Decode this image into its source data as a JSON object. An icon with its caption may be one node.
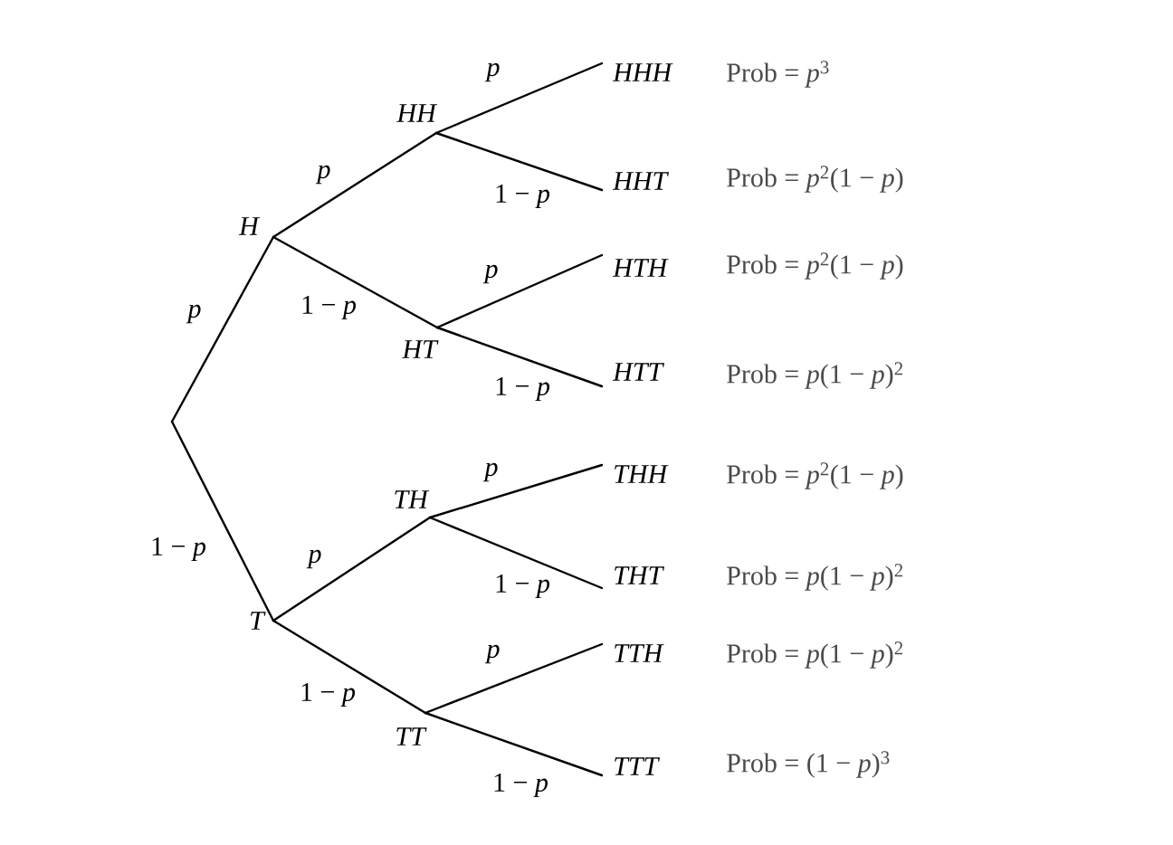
{
  "diagram": {
    "nodes": [
      {
        "text": [
          "H"
        ]
      },
      {
        "text": [
          "T"
        ]
      },
      {
        "text": [
          "HH"
        ]
      },
      {
        "text": [
          "HT"
        ]
      },
      {
        "text": [
          "TH"
        ]
      },
      {
        "text": [
          "TT"
        ]
      },
      {
        "text": [
          "HHH"
        ],
        "beside": [
          "Prob = *p*$^{3}$"
        ]
      },
      {
        "text": [
          "HHT"
        ],
        "beside": [
          "Prob = *p*$^{2}$(1 − *p*)"
        ]
      },
      {
        "text": [
          "HTH"
        ],
        "beside": [
          "Prob = *p*$^{2}$(1 − *p*)"
        ]
      },
      {
        "text": [
          "HTT"
        ],
        "beside": [
          "Prob = *p*(1 − *p*)$^{2}$"
        ]
      },
      {
        "text": [
          "THH"
        ],
        "beside": [
          "Prob = *p*$^{2}$(1 − *p*)"
        ]
      },
      {
        "text": [
          "THT"
        ],
        "beside": [
          "Prob = *p*(1 − *p*)$^{2}$"
        ]
      },
      {
        "text": [
          "TTH"
        ],
        "beside": [
          "Prob = *p*(1 − *p*)$^{2}$"
        ]
      },
      {
        "text": [
          "TTT"
        ],
        "beside": [
          "Prob = (1 − *p*)$^{3}$"
        ]
      }
    ],
    "edges": [
      {
        "from": null,
        "to": 0,
        "arrow": "none",
        "label": "p"
      },
      {
        "from": null,
        "to": 1,
        "arrow": "none",
        "label": "1 − *p*"
      },
      {
        "from": 0,
        "to": 2,
        "arrow": "none",
        "label": "p"
      },
      {
        "from": 0,
        "to": 3,
        "arrow": "none",
        "label": "1 − *p*"
      },
      {
        "from": 1,
        "to": 4,
        "arrow": "none",
        "label": "p"
      },
      {
        "from": 1,
        "to": 5,
        "arrow": "none",
        "label": "1 − *p*"
      },
      {
        "from": 2,
        "to": 6,
        "arrow": "none",
        "label": "p"
      },
      {
        "from": 2,
        "to": 7,
        "arrow": "none",
        "label": "1 − *p*"
      },
      {
        "from": 3,
        "to": 8,
        "arrow": "none",
        "label": "p"
      },
      {
        "from": 3,
        "to": 9,
        "arrow": "none",
        "label": "1 − *p*"
      },
      {
        "from": 4,
        "to": 10,
        "arrow": "none",
        "label": "p"
      },
      {
        "from": 4,
        "to": 11,
        "arrow": "none",
        "label": "1 − *p*"
      },
      {
        "from": 5,
        "to": 12,
        "arrow": "none",
        "label": "p"
      },
      {
        "from": 5,
        "to": 13,
        "arrow": "none",
        "label": "1 − *p*"
      }
    ]
  }
}
